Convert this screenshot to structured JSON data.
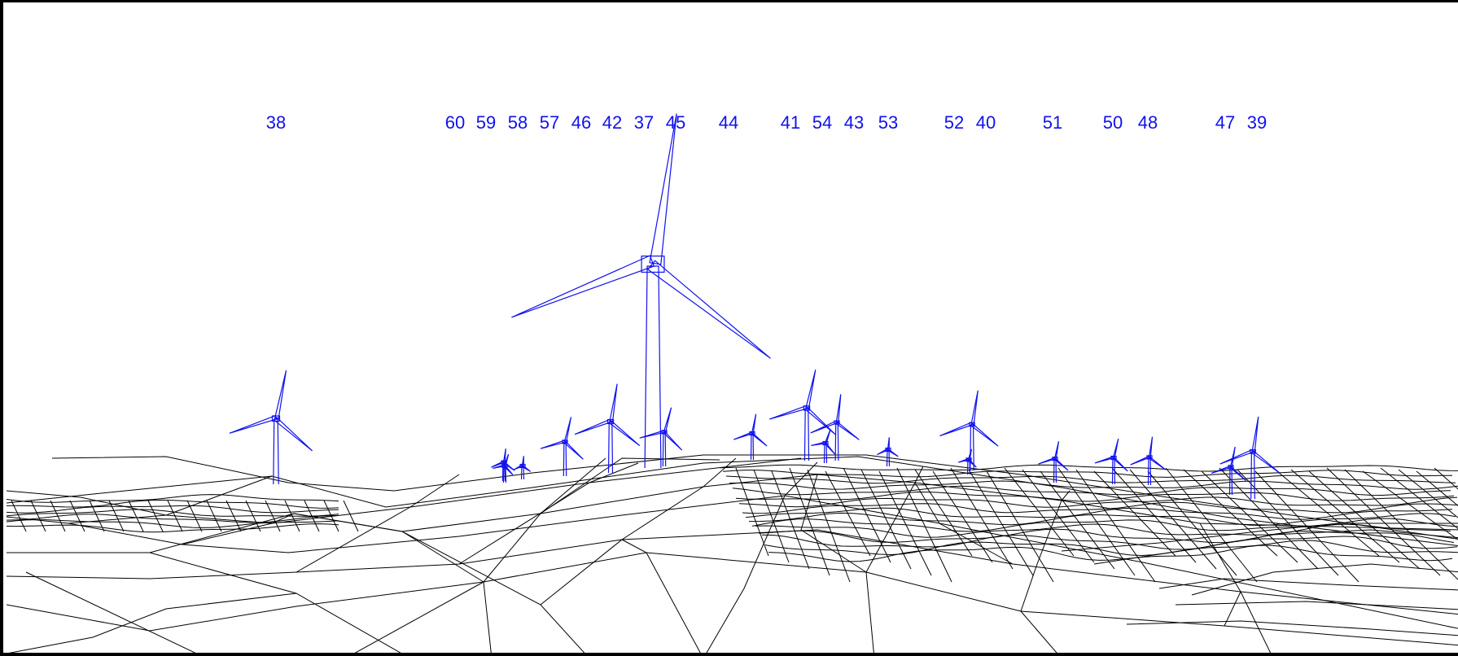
{
  "colors": {
    "turbine": "#1111ee",
    "terrain": "#000000",
    "background": "#ffffff"
  },
  "turbines": [
    {
      "label": "38",
      "size": "medium"
    },
    {
      "label": "60",
      "size": "tiny"
    },
    {
      "label": "59",
      "size": "tiny"
    },
    {
      "label": "58",
      "size": "tiny"
    },
    {
      "label": "57",
      "size": "small"
    },
    {
      "label": "46",
      "size": "small"
    },
    {
      "label": "42",
      "size": "small"
    },
    {
      "label": "37",
      "size": "large"
    },
    {
      "label": "45",
      "size": "small"
    },
    {
      "label": "44",
      "size": "small"
    },
    {
      "label": "41",
      "size": "small"
    },
    {
      "label": "54",
      "size": "tiny"
    },
    {
      "label": "43",
      "size": "small"
    },
    {
      "label": "53",
      "size": "tiny"
    },
    {
      "label": "52",
      "size": "tiny"
    },
    {
      "label": "40",
      "size": "small"
    },
    {
      "label": "51",
      "size": "small"
    },
    {
      "label": "50",
      "size": "small"
    },
    {
      "label": "48",
      "size": "small"
    },
    {
      "label": "47",
      "size": "small"
    },
    {
      "label": "39",
      "size": "small"
    }
  ]
}
